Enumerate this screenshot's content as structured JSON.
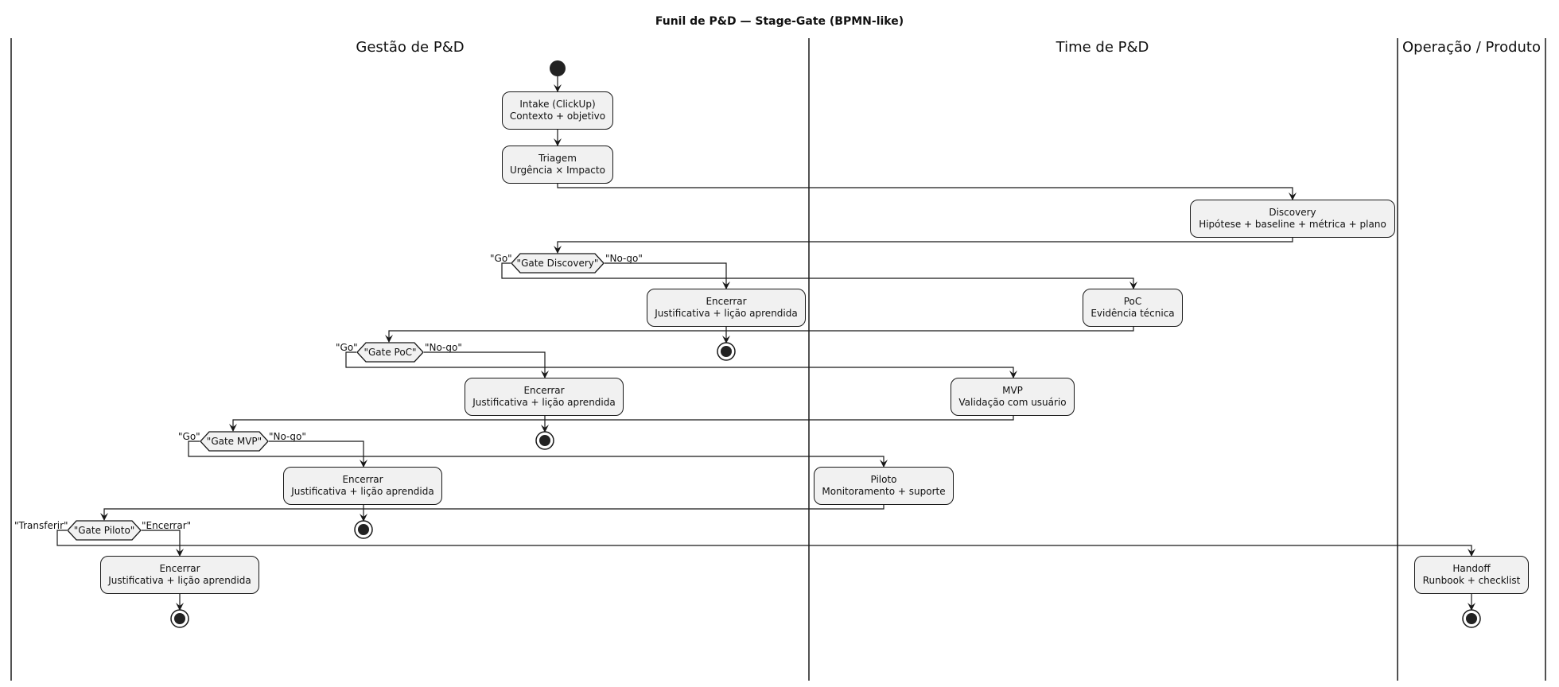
{
  "title": "Funil de P&D — Stage-Gate (BPMN-like)",
  "lanes": [
    "Gestão de P&D",
    "Time de P&D",
    "Operação / Produto"
  ],
  "nodes": {
    "intake": [
      "Intake (ClickUp)",
      "Contexto + objetivo"
    ],
    "triagem": [
      "Triagem",
      "Urgência × Impacto"
    ],
    "discovery": [
      "Discovery",
      "Hipótese + baseline + métrica + plano"
    ],
    "poc": [
      "PoC",
      "Evidência técnica"
    ],
    "mvp": [
      "MVP",
      "Validação com usuário"
    ],
    "piloto": [
      "Piloto",
      "Monitoramento + suporte"
    ],
    "handoff": [
      "Handoff",
      "Runbook + checklist"
    ],
    "encerrar": [
      "Encerrar",
      "Justificativa + lição aprendida"
    ]
  },
  "gates": {
    "discovery": "\"Gate Discovery\"",
    "poc": "\"Gate PoC\"",
    "mvp": "\"Gate MVP\"",
    "piloto": "\"Gate Piloto\""
  },
  "branch_labels": {
    "go": "\"Go\"",
    "nogo": "\"No-go\"",
    "transferir": "\"Transferir\"",
    "encerrar": "\"Encerrar\""
  }
}
